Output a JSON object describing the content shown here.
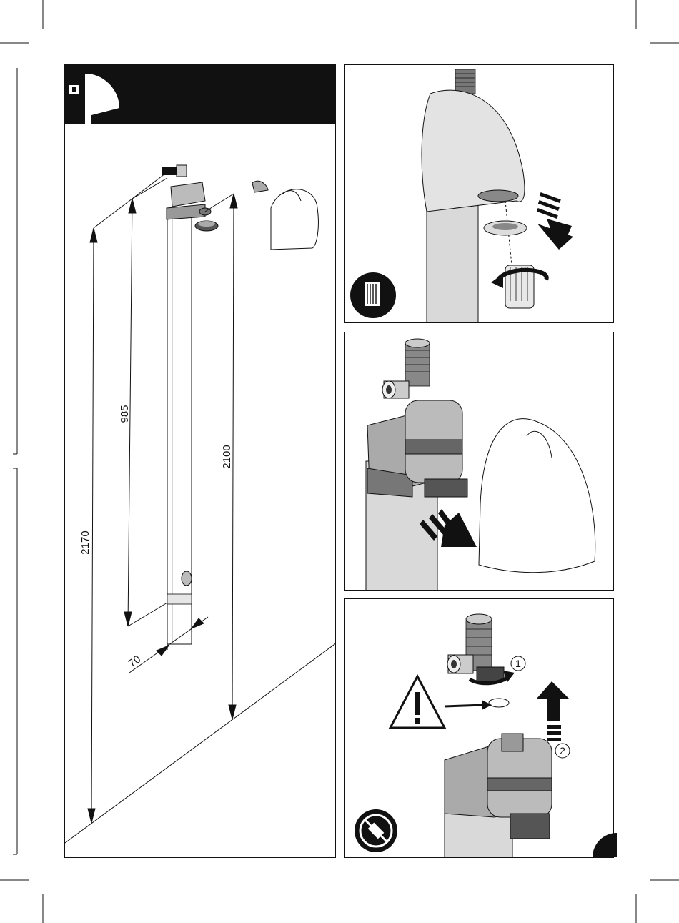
{
  "document": {
    "type": "installation-instruction-page",
    "main_figure": {
      "dimensions": {
        "overall_height": "2170",
        "valve_height": "985",
        "outlet_height": "2100",
        "pipe_offset": "70"
      }
    },
    "steps": [
      {
        "id": "remove-cover-and-filter",
        "icon": "filter-cleaning-icon"
      },
      {
        "id": "slide-cover-off",
        "icon": "arrow-right-icon"
      },
      {
        "id": "unscrew-and-lift",
        "icon": "no-tools-icon",
        "markers": [
          "1",
          "2"
        ],
        "warning_icon": "warning-triangle-icon"
      }
    ],
    "colors": {
      "ink": "#111111",
      "pipe_gray": "#d9d9d9",
      "part_gray": "#9a9a9a"
    }
  }
}
